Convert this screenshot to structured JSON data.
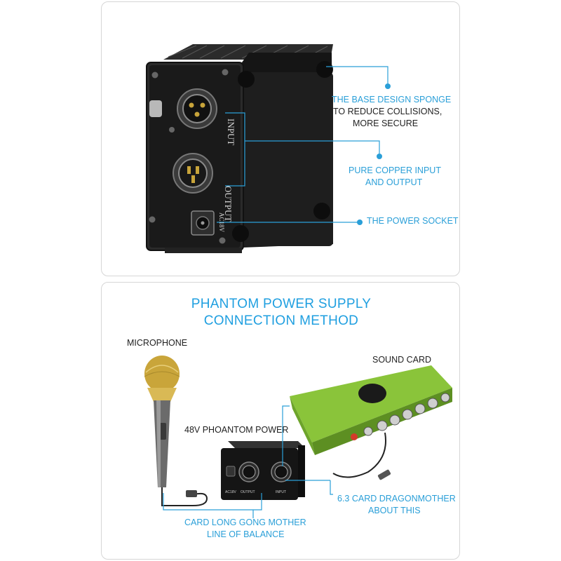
{
  "top_panel": {
    "callouts": {
      "sponge_line1": "THE BASE DESIGN SPONGE",
      "sponge_line2": "TO REDUCE COLLISIONS,",
      "sponge_line3": "MORE SECURE",
      "copper_line1": "PURE COPPER INPUT",
      "copper_line2": "AND OUTPUT",
      "power_socket": "THE POWER SOCKET"
    },
    "device_labels": {
      "input": "INPUT",
      "output": "OUTPUT",
      "power": "AC18V"
    }
  },
  "bottom_panel": {
    "title_line1": "PHANTOM POWER SUPPLY",
    "title_line2": "CONNECTION METHOD",
    "microphone_label": "MICROPHONE",
    "sound_card_label": "SOUND CARD",
    "phantom_label": "48V PHOANTOM POWER",
    "card_cable_line1": "6.3 CARD DRAGONMOTHER",
    "card_cable_line2": "ABOUT THIS",
    "balance_line1": "CARD LONG GONG MOTHER",
    "balance_line2": "LINE OF BALANCE",
    "small_device_labels": {
      "power": "AC18V",
      "output": "OUTPUT",
      "input": "INPUT"
    }
  },
  "colors": {
    "accent_blue": "#2a9fd8",
    "device_black": "#1b1b1b",
    "sound_card_green": "#7dbb2d",
    "mic_gold": "#c9a53a"
  }
}
